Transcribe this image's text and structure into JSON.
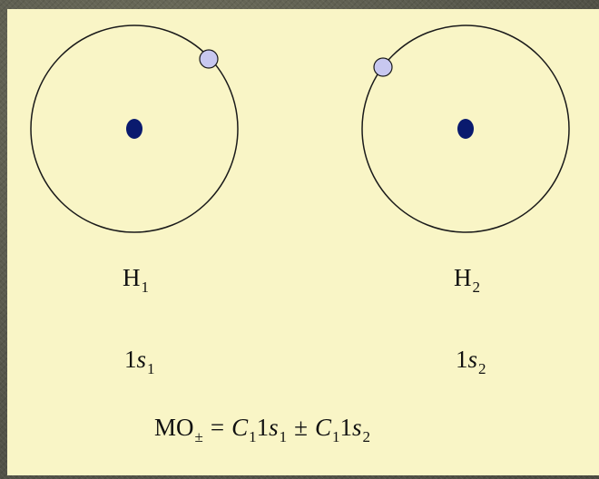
{
  "colors": {
    "panel_background": "#f9f5c6",
    "nucleus": "#0a1a6e",
    "electron_fill": "#c8c8f0",
    "orbit_line": "#1a1a1a",
    "slide_background": "#5b5b4b"
  },
  "atoms": [
    {
      "symbol": "H",
      "index": "1",
      "orbital_base": "1",
      "orbital_letter": "s",
      "orbital_index": "1"
    },
    {
      "symbol": "H",
      "index": "2",
      "orbital_base": "1",
      "orbital_letter": "s",
      "orbital_index": "2"
    }
  ],
  "equation": {
    "lhs": "MO",
    "lhs_sub": "±",
    "equals": "=",
    "coef1": "C",
    "coef1_sub": "1",
    "orb1_base": "1",
    "orb1_letter": "s",
    "orb1_sub": "1",
    "operator": "±",
    "coef2": "C",
    "coef2_sub": "1",
    "orb2_base": "1",
    "orb2_letter": "s",
    "orb2_sub": "2"
  }
}
